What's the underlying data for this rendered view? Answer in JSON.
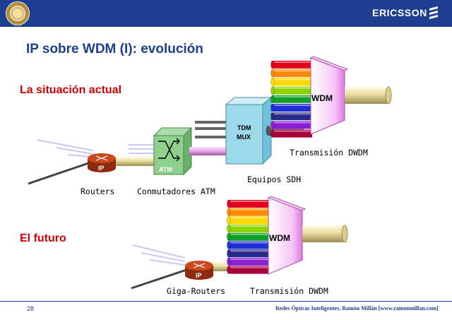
{
  "header": {
    "brand": "ERICSSON",
    "logo_icon": "university-seal-icon",
    "brand_icon": "ericsson-bars-icon",
    "bar_color": "#1e3f8f"
  },
  "title": "IP sobre WDM (I): evolución",
  "sections": {
    "current": "La situación actual",
    "future": "El futuro"
  },
  "labels": {
    "routers": "Routers",
    "atm_switches": "Conmutadores ATM",
    "sdh_equipment": "Equipos SDH",
    "dwdm_top": "Transmisión DWDM",
    "giga_routers": "Giga-Routers",
    "dwdm_bottom": "Transmisión DWDM"
  },
  "device_labels": {
    "ip_top": "IP",
    "atm": "ATM",
    "tdm_line1": "TDM",
    "tdm_line2": "MUX",
    "wdm_top": "WDM",
    "ip_bottom": "IP",
    "wdm_bottom": "WDM"
  },
  "wavelength_colors": [
    "#e4001b",
    "#ff8a00",
    "#ffd800",
    "#8fd400",
    "#11a02a",
    "#1f2fd6",
    "#2a2a8a",
    "#8a1fd6",
    "#a8003c"
  ],
  "footer": {
    "page": "28",
    "credit": "Redes Ópticas Inteligentes, Ramón Millán [www.ramonmillan.com]"
  }
}
